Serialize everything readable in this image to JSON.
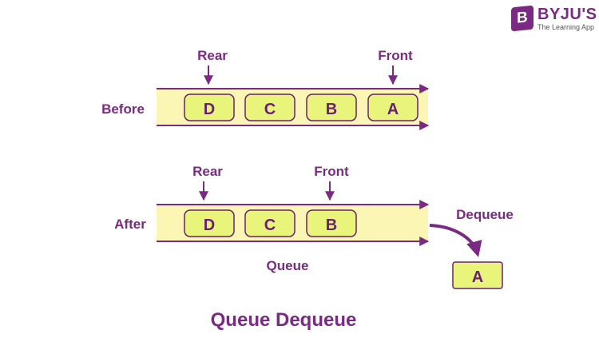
{
  "brand": {
    "mark": "B",
    "name": "BYJU'S",
    "tagline": "The Learning App"
  },
  "before": {
    "row_label": "Before",
    "rear_label": "Rear",
    "front_label": "Front",
    "items": [
      "D",
      "C",
      "B",
      "A"
    ]
  },
  "after": {
    "row_label": "After",
    "rear_label": "Rear",
    "front_label": "Front",
    "items": [
      "D",
      "C",
      "B"
    ],
    "queue_label": "Queue",
    "dequeue_label": "Dequeue",
    "dequeued_item": "A"
  },
  "title": "Queue Dequeue",
  "colors": {
    "purple": "#7b2a83",
    "queue_fill": "#fbf6b4",
    "box_fill": "#e8f47a",
    "box_stroke": "#6a1f74"
  }
}
